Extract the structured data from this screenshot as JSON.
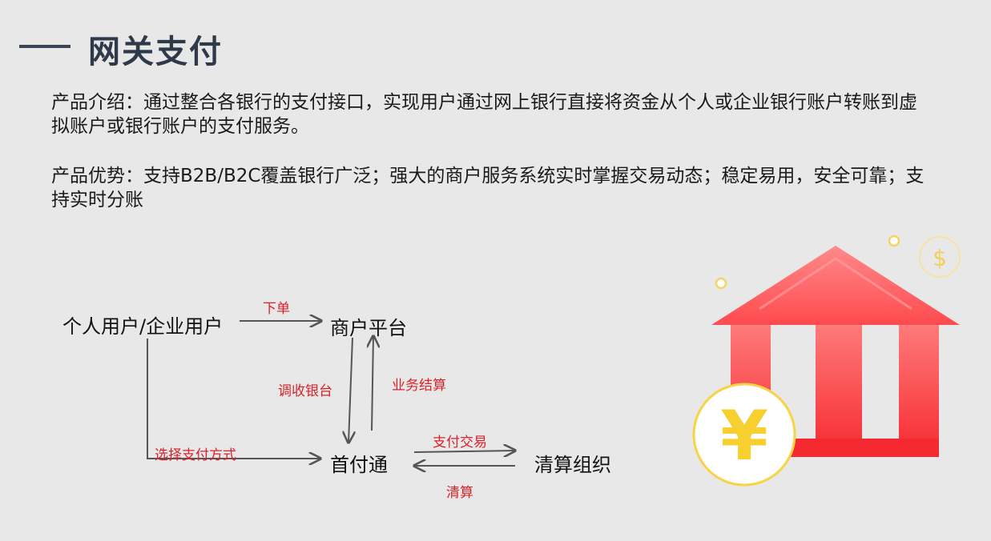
{
  "page": {
    "title": "网关支付",
    "intro": "产品介绍：通过整合各银行的支付接口，实现用户通过网上银行直接将资金从个人或企业银行账户转账到虚拟账户或银行账户的支付服务。",
    "advantages": "产品优势：支持B2B/B2C覆盖银行广泛；强大的商户服务系统实时掌握交易动态；稳定易用，安全可靠；支持实时分账"
  },
  "diagram": {
    "nodes": {
      "user": "个人用户/企业用户",
      "merchant": "商户平台",
      "shoufutong": "首付通",
      "clearing": "清算组织"
    },
    "edges": {
      "order": "下单",
      "cashier": "调收银台",
      "settlement": "业务结算",
      "choose_payment": "选择支付方式",
      "pay_trade": "支付交易",
      "clear": "清算"
    }
  },
  "illustration": {
    "coin_symbol": "¥",
    "dollar_symbol": "$",
    "bank_color": "#f5343b",
    "coin_color": "#f7cf2f"
  }
}
